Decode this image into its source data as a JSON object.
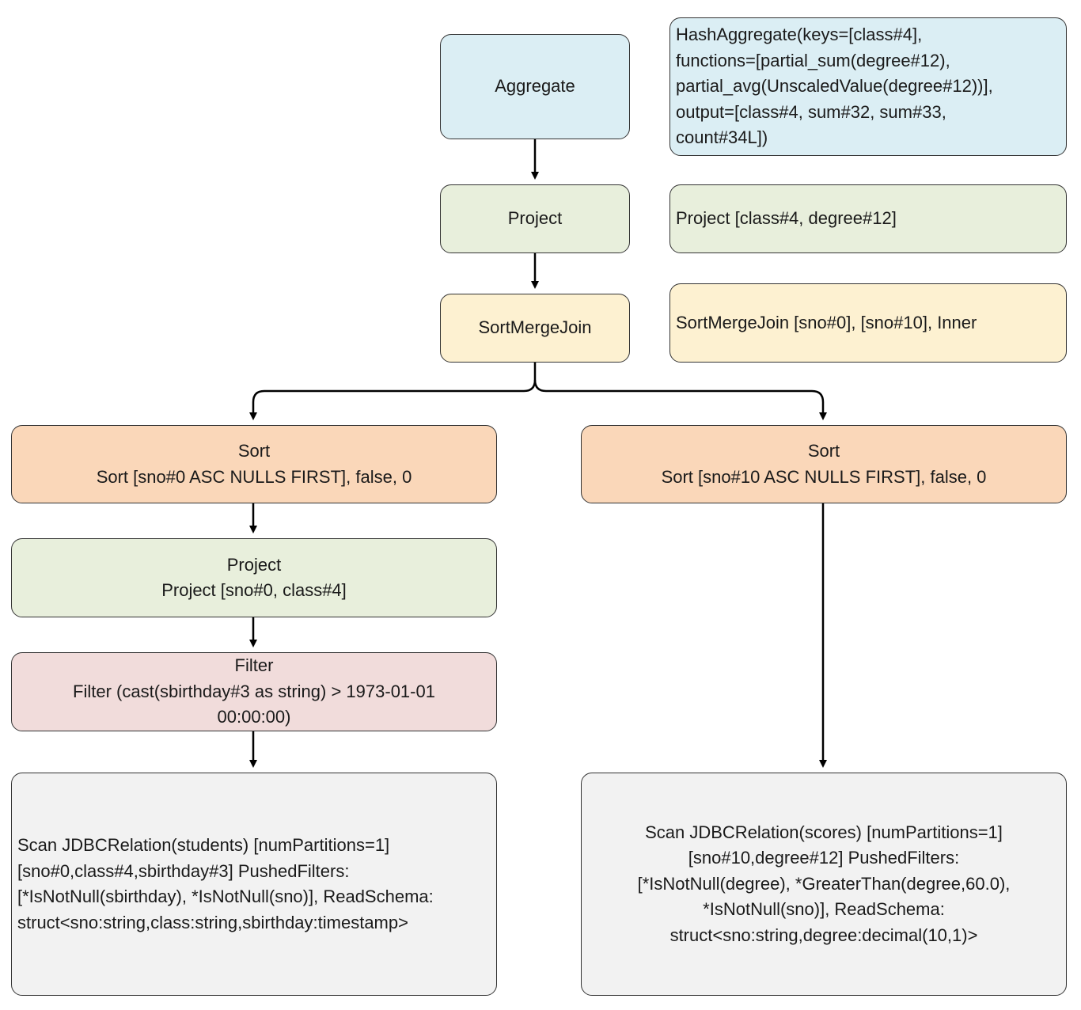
{
  "nodes": {
    "aggregate": {
      "label": "Aggregate"
    },
    "project_top": {
      "label": "Project"
    },
    "sortmergejoin": {
      "label": "SortMergeJoin"
    },
    "sort_left": {
      "title": "Sort",
      "detail": "Sort [sno#0 ASC NULLS FIRST], false, 0"
    },
    "project_left": {
      "title": "Project",
      "detail": "Project [sno#0, class#4]"
    },
    "filter_left": {
      "title": "Filter",
      "detail_lines": [
        "Filter (cast(sbirthday#3 as string) > 1973-01-01",
        "00:00:00)"
      ]
    },
    "scan_left": {
      "lines": [
        "Scan JDBCRelation(students) [numPartitions=1]",
        "[sno#0,class#4,sbirthday#3] PushedFilters:",
        "[*IsNotNull(sbirthday), *IsNotNull(sno)], ReadSchema:",
        "struct<sno:string,class:string,sbirthday:timestamp>"
      ]
    },
    "sort_right": {
      "title": "Sort",
      "detail": "Sort [sno#10 ASC NULLS FIRST], false, 0"
    },
    "scan_right": {
      "lines": [
        "Scan JDBCRelation(scores) [numPartitions=1]",
        "[sno#10,degree#12] PushedFilters:",
        "[*IsNotNull(degree), *GreaterThan(degree,60.0),",
        "*IsNotNull(sno)], ReadSchema:",
        "struct<sno:string,degree:decimal(10,1)>"
      ]
    }
  },
  "details": {
    "aggregate": [
      "HashAggregate(keys=[class#4],",
      "functions=[partial_sum(degree#12),",
      "partial_avg(UnscaledValue(degree#12))],",
      "output=[class#4, sum#32, sum#33,",
      "count#34L])"
    ],
    "project": "Project [class#4, degree#12]",
    "sortmergejoin": "SortMergeJoin [sno#0], [sno#10], Inner"
  },
  "colors": {
    "aggregate": "#dbeef4",
    "project": "#e8efdc",
    "join": "#fdf1d1",
    "sort": "#fad7b9",
    "filter": "#f1dcdb",
    "scan": "#f2f2f2"
  }
}
